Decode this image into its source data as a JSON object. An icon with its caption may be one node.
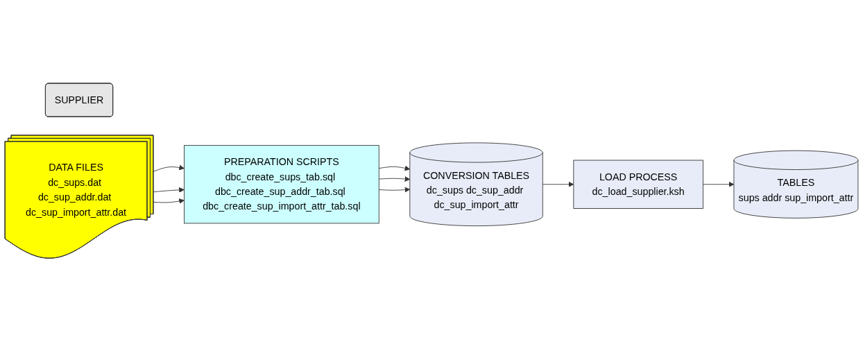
{
  "diagram": {
    "nodes": [
      {
        "text": [
          "SUPPLIER"
        ]
      },
      {
        "text": [
          "DATA FILES",
          "dc_sups.dat dc_sup_addr.dat dc_sup_import_attr.dat"
        ]
      },
      {
        "text": [
          "PREPARATION SCRIPTS",
          "dbc_create_sups_tab.sql dbc_create_sup_addr_tab.sql dbc_create_sup_import_attr_tab.sql"
        ]
      },
      {
        "text": [
          "CONVERSION TABLES",
          "dc_sups dc_sup_addr dc_sup_import_attr"
        ]
      },
      {
        "text": [
          "LOAD PROCESS",
          "dc_load_supplier.ksh"
        ]
      },
      {
        "text": [
          "TABLES",
          "sups addr sup_import_attr"
        ]
      }
    ],
    "edges": [
      {
        "from": 1,
        "to": 2,
        "arrow": "to"
      },
      {
        "from": 1,
        "to": 2,
        "arrow": "to"
      },
      {
        "from": 1,
        "to": 2,
        "arrow": "to"
      },
      {
        "from": 2,
        "to": 3,
        "arrow": "to"
      },
      {
        "from": 2,
        "to": 3,
        "arrow": "to"
      },
      {
        "from": 2,
        "to": 3,
        "arrow": "to"
      },
      {
        "from": 3,
        "to": 4,
        "arrow": "to"
      },
      {
        "from": 4,
        "to": 5,
        "arrow": "to"
      }
    ]
  }
}
